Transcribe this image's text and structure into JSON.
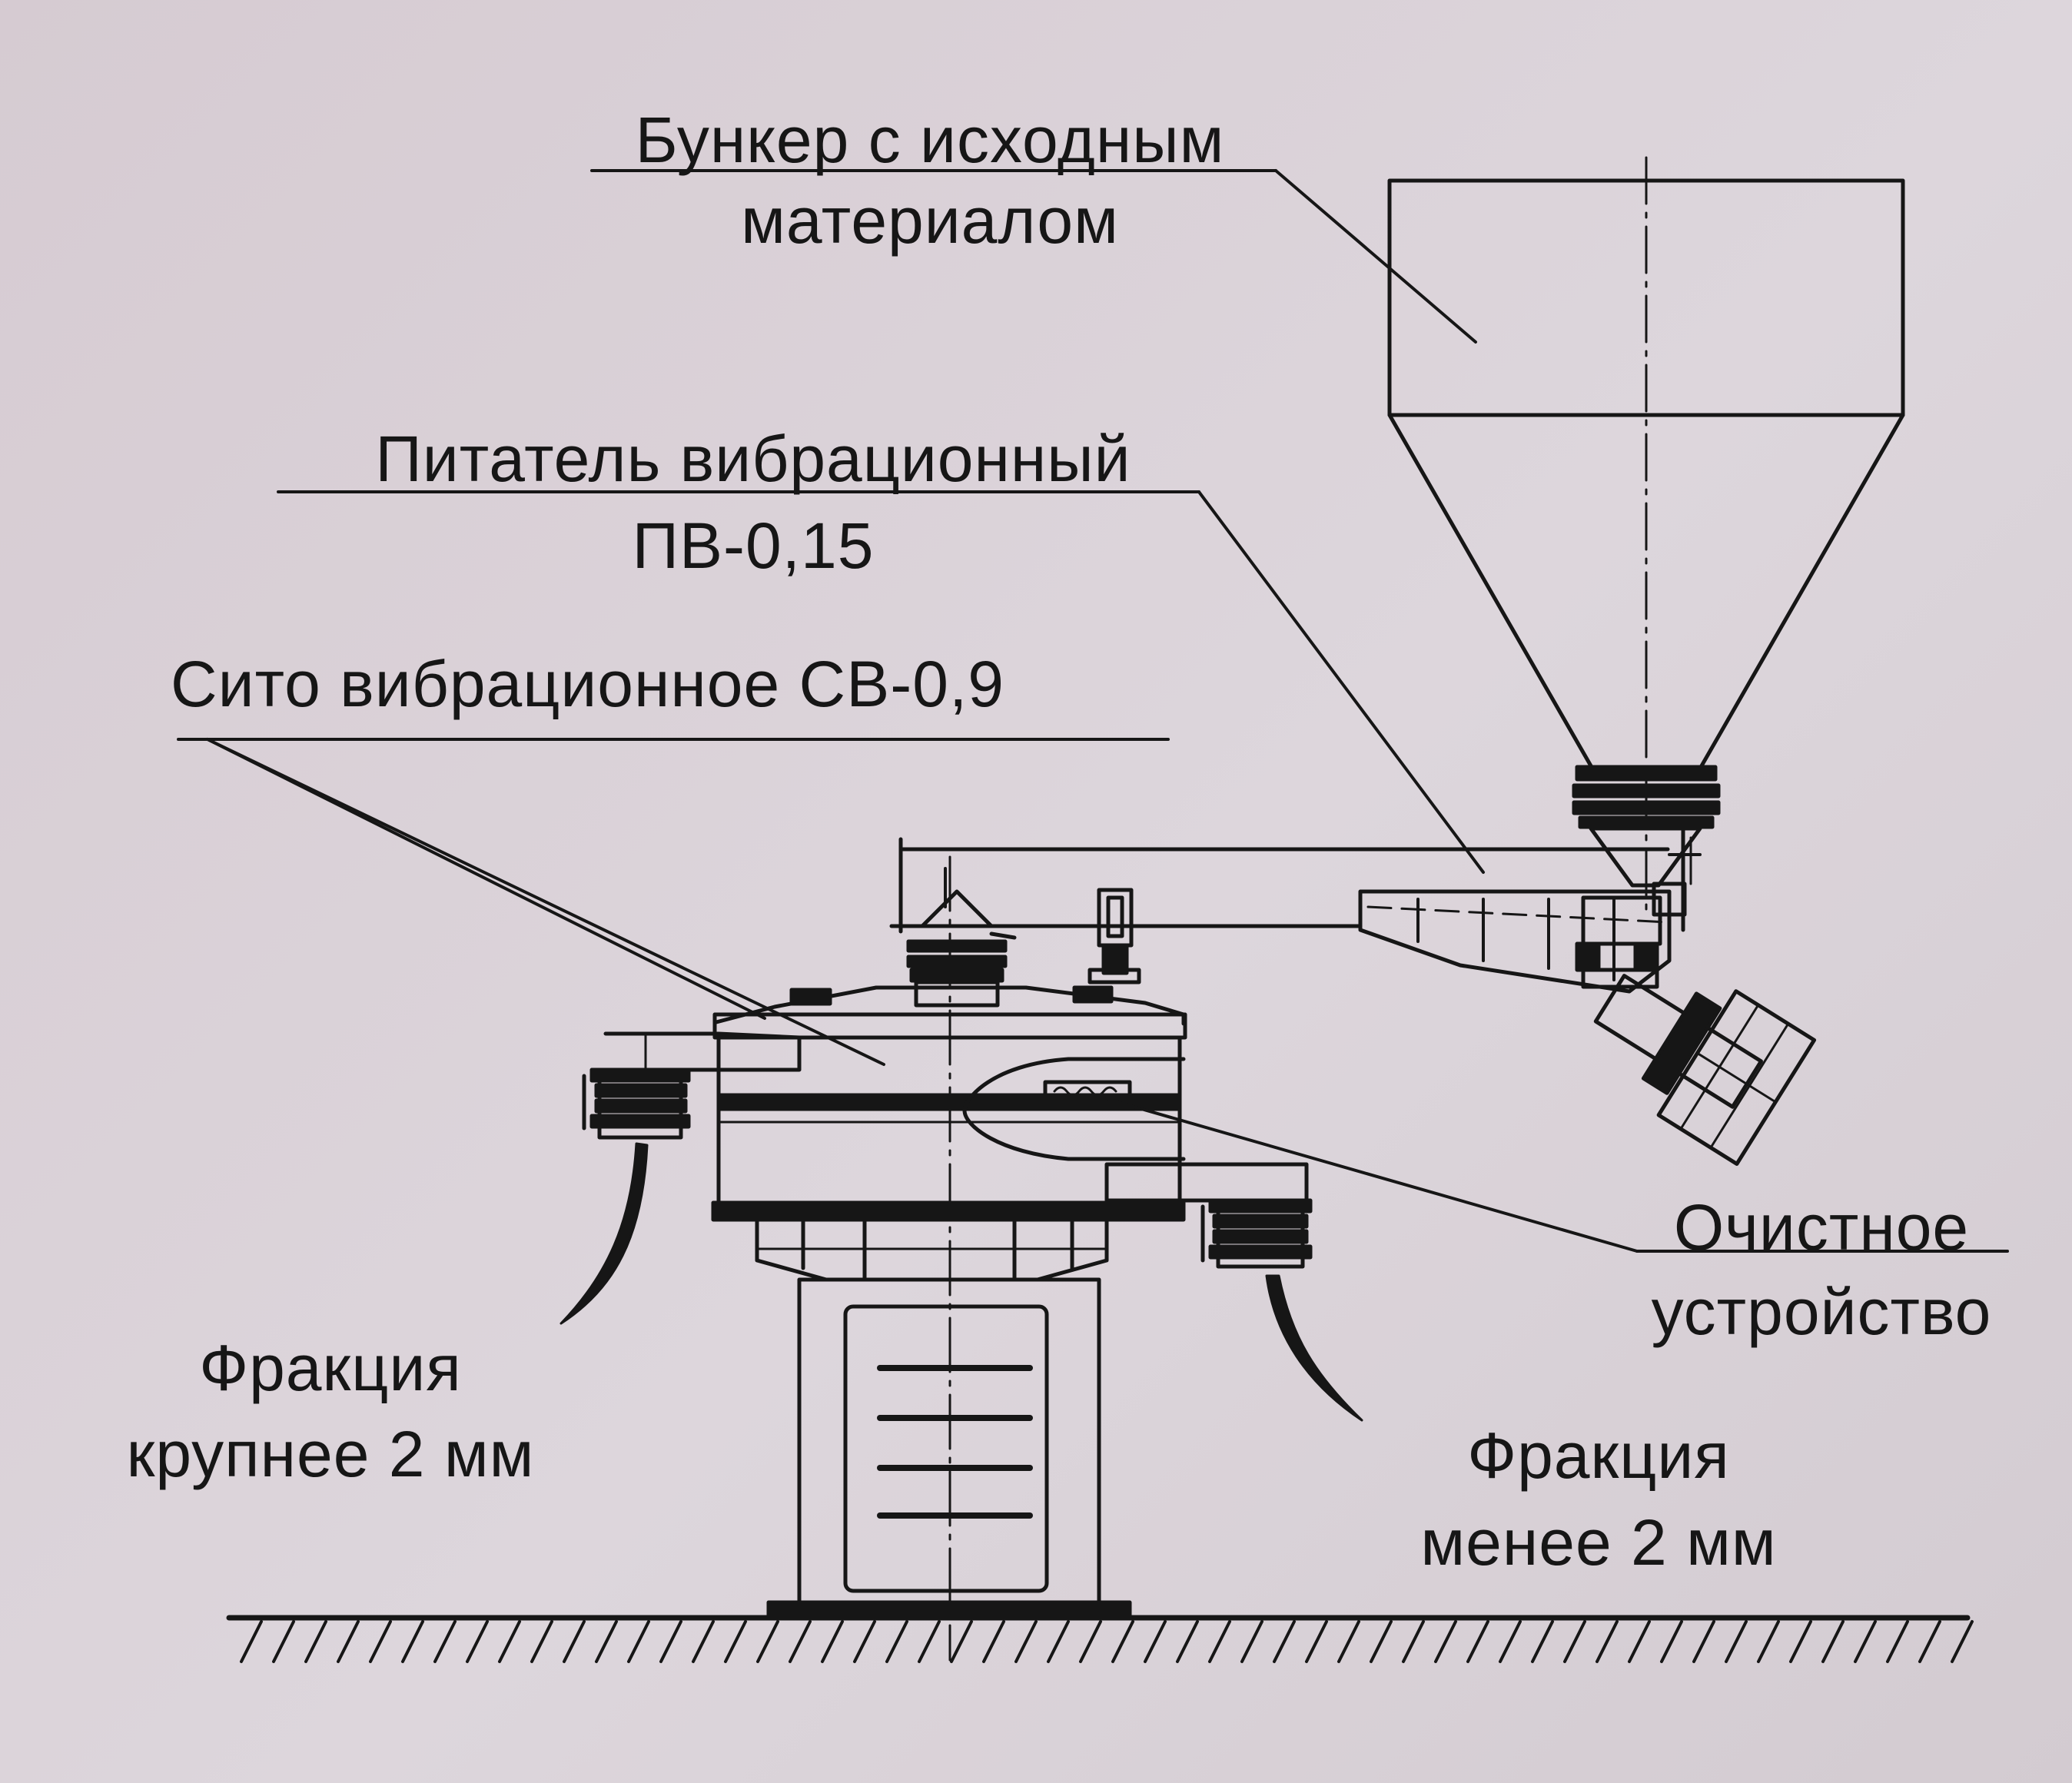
{
  "labels": {
    "hopper": {
      "line1": "Бункер с исходным",
      "line2": "материалом"
    },
    "feeder": {
      "line1": "Питатель вибрационный",
      "line2": "ПВ-0,15"
    },
    "sieve": "Сито вибрационное СВ-0,9",
    "cleaner": {
      "line1": "Очистное",
      "line2": "устройство"
    },
    "coarse": {
      "line1": "Фракция",
      "line2": "крупнее 2 мм"
    },
    "fine": {
      "line1": "Фракция",
      "line2": "менее 2 мм"
    }
  },
  "colors": {
    "ink": "#161616",
    "paper": "#d8d0d6"
  }
}
